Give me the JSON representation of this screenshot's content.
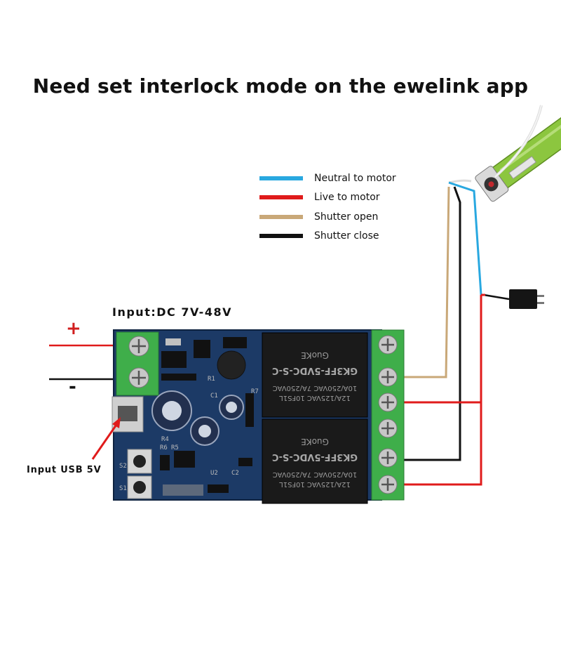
{
  "title": "Need set interlock mode on the ewelink app",
  "legend": [
    {
      "label": "Neutral to motor",
      "color": "#29a8e0"
    },
    {
      "label": "Live to motor",
      "color": "#e01b1b"
    },
    {
      "label": "Shutter open",
      "color": "#c9a878"
    },
    {
      "label": "Shutter close",
      "color": "#111111"
    }
  ],
  "labels": {
    "input_dc": "Input:DC 7V-48V",
    "input_usb": "Input USB 5V",
    "plus": "+",
    "minus": "-"
  },
  "relays": {
    "model": "GK3FF-5VDC-S-C",
    "brand": "GuoKE",
    "rating1": "10A/250VAC 7A/250VAC",
    "rating2": "12A/125VAC 10FS1L"
  },
  "components": {
    "s1": "S1",
    "s2": "S2",
    "c1": "C1",
    "r1": "R1",
    "r7": "R7",
    "r4": "R4",
    "r5": "R5",
    "r6": "R6",
    "u2": "U2",
    "c2": "C2"
  },
  "colors": {
    "pcb": "#1c3a66",
    "terminal": "#3fae4a",
    "relay": "#1a1a1a",
    "motor": "#8cc63f"
  }
}
